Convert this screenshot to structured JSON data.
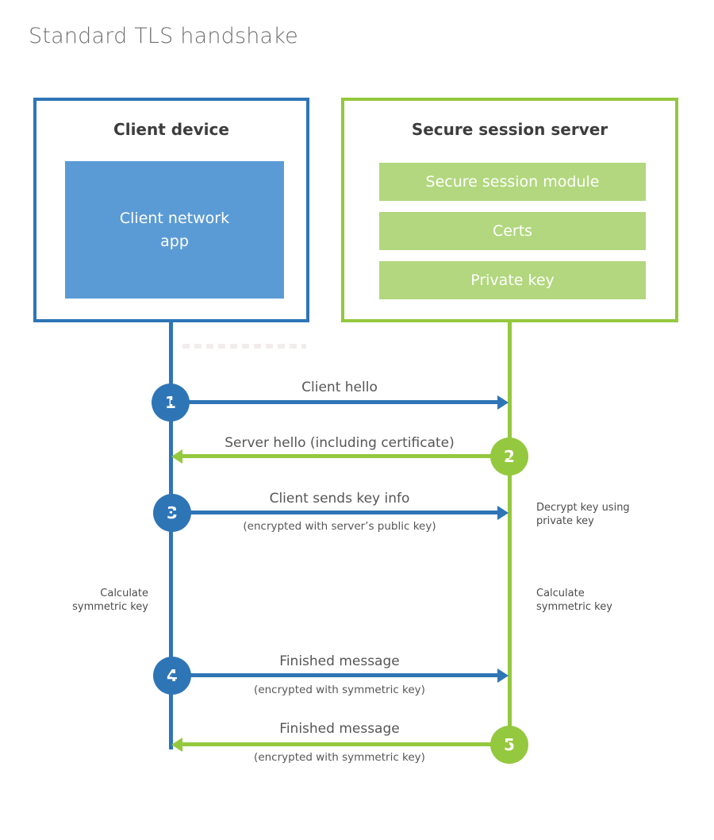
{
  "title": "Standard TLS handshake",
  "colors": {
    "blue_border": "#2e75b6",
    "blue_fill": "#5b9bd5",
    "green_accent": "#94c83e",
    "green_fill": "#b2d77e",
    "heading_text": "#3d3d3d",
    "label_text": "#565656"
  },
  "client": {
    "title": "Client device",
    "app": "Client network app"
  },
  "server": {
    "title": "Secure session server",
    "modules": [
      "Secure session module",
      "Certs",
      "Private key"
    ]
  },
  "steps": [
    {
      "number": "1",
      "from": "client",
      "direction": "right",
      "label": "Client hello",
      "sublabel": ""
    },
    {
      "number": "2",
      "from": "server",
      "direction": "left",
      "label": "Server hello (including certificate)",
      "sublabel": ""
    },
    {
      "number": "3",
      "from": "client",
      "direction": "right",
      "label": "Client sends key info",
      "sublabel": "(encrypted with server’s public key)"
    },
    {
      "number": "4",
      "from": "client",
      "direction": "right",
      "label": "Finished message",
      "sublabel": "(encrypted with symmetric key)"
    },
    {
      "number": "5",
      "from": "server",
      "direction": "left",
      "label": "Finished message",
      "sublabel": "(encrypted with symmetric key)"
    }
  ],
  "side_notes": {
    "decrypt": {
      "line1": "Decrypt key using",
      "line2": "private key"
    },
    "calc_left": {
      "line1": "Calculate",
      "line2": "symmetric key"
    },
    "calc_right": {
      "line1": "Calculate",
      "line2": "symmetric key"
    }
  }
}
